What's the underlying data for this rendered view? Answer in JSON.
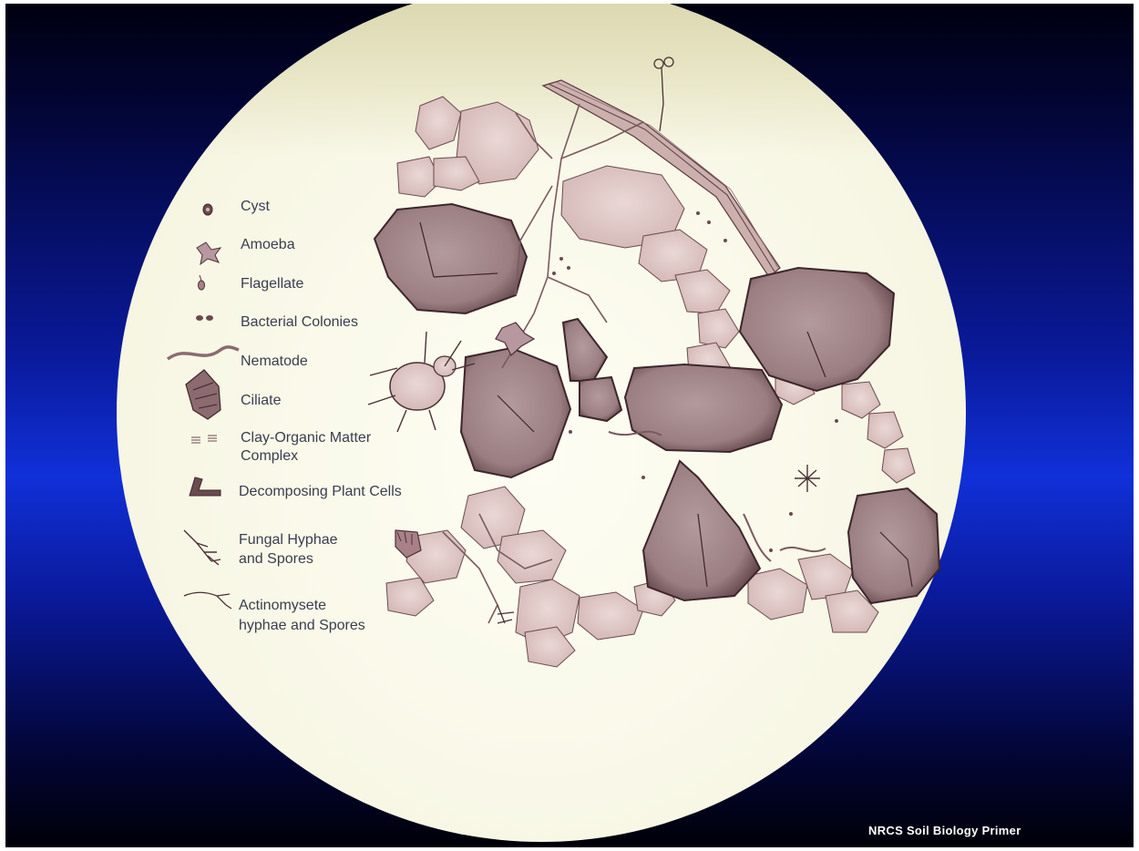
{
  "legend": {
    "items": [
      {
        "label": "Cyst",
        "icon": "cyst-icon"
      },
      {
        "label": "Amoeba",
        "icon": "amoeba-icon"
      },
      {
        "label": "Flagellate",
        "icon": "flagellate-icon"
      },
      {
        "label": "Bacterial Colonies",
        "icon": "bacterial-colonies-icon"
      },
      {
        "label": "Nematode",
        "icon": "nematode-icon"
      },
      {
        "label": "Ciliate",
        "icon": "ciliate-icon"
      },
      {
        "label": "Clay-Organic Matter",
        "label_line2": "Complex",
        "icon": "clay-organic-matter-icon"
      },
      {
        "label": "Decomposing Plant Cells",
        "icon": "decomposing-plant-cells-icon"
      },
      {
        "label": "Fungal Hyphae",
        "label_line2": "and Spores",
        "icon": "fungal-hyphae-icon"
      },
      {
        "label": "Actinomysete",
        "label_line2": "hyphae and Spores",
        "icon": "actinomycete-icon"
      }
    ]
  },
  "credit": "NRCS Soil Biology Primer",
  "colors": {
    "background_blue": "#1030d8",
    "disc": "#f8f7e6",
    "mineral_grain": "#a6898c",
    "organic_aggregate": "#ddc6c4",
    "ink": "#4a3036",
    "label_text": "#3a3e50"
  }
}
